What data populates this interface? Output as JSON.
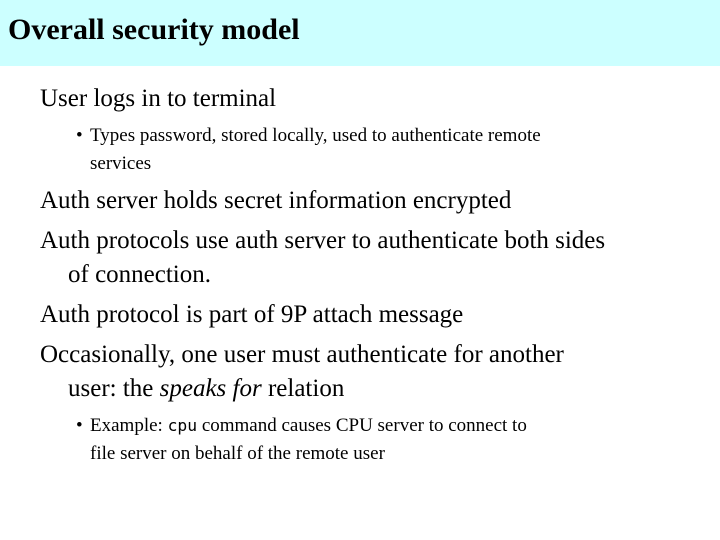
{
  "slide": {
    "title": "Overall security model",
    "colors": {
      "header_bg": "#CCFFFF",
      "body_bg": "#FFFFFF",
      "text": "#000000"
    },
    "bullet_glyph": "•",
    "content": [
      {
        "type": "l1",
        "lines": [
          [
            {
              "text": "User logs in to terminal"
            }
          ]
        ]
      },
      {
        "type": "l2",
        "lines": [
          [
            {
              "text": "Types password, stored locally, used to authenticate remote"
            }
          ],
          [
            {
              "text": "services"
            }
          ]
        ]
      },
      {
        "type": "l1",
        "lines": [
          [
            {
              "text": "Auth server holds secret information encrypted"
            }
          ]
        ]
      },
      {
        "type": "l1",
        "lines": [
          [
            {
              "text": "Auth protocols use auth server to authenticate both sides"
            }
          ],
          [
            {
              "text": "of connection."
            }
          ]
        ]
      },
      {
        "type": "l1",
        "lines": [
          [
            {
              "text": "Auth protocol is part of 9P attach message"
            }
          ]
        ]
      },
      {
        "type": "l1",
        "lines": [
          [
            {
              "text": "Occasionally, one user must authenticate for another"
            }
          ],
          [
            {
              "text": "user: the "
            },
            {
              "text": "speaks for",
              "style": "italic"
            },
            {
              "text": " relation"
            }
          ]
        ]
      },
      {
        "type": "l2",
        "lines": [
          [
            {
              "text": "Example: "
            },
            {
              "text": "cpu",
              "style": "mono"
            },
            {
              "text": " command causes CPU server to connect to"
            }
          ],
          [
            {
              "text": "file server on behalf of the remote user"
            }
          ]
        ]
      }
    ]
  }
}
